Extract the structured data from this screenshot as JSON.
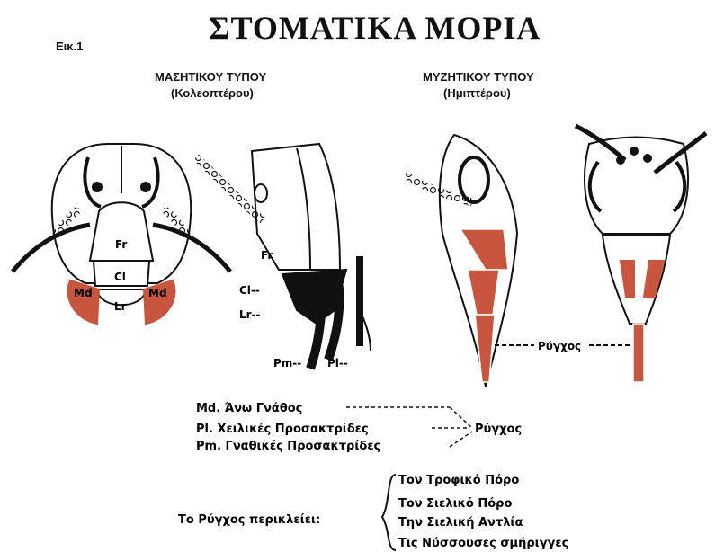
{
  "header": {
    "fig_label": "Εικ.1",
    "title": "ΣΤΟΜΑΤΙΚΑ ΜΟΡΙΑ"
  },
  "sections": {
    "chewing": {
      "title": "ΜΑΣΗΤΙΚΟΥ ΤΥΠΟΥ",
      "subtitle": "(Κολεοπτέρου)"
    },
    "sucking": {
      "title": "ΜΥΖΗΤΙΚΟΥ ΤΥΠΟΥ",
      "subtitle": "(Ημιπτέρου)"
    }
  },
  "labels": {
    "fr_front": "Fr",
    "cl_front": "Cl",
    "lr_front": "Lr",
    "md_left": "Md",
    "md_right": "Md",
    "fr_side": "Fr",
    "cl_side": "Cl--",
    "lr_side": "Lr--",
    "pm_side": "Pm--",
    "pl_side": "Pl--",
    "rygchos": "Ρύγχος"
  },
  "legend": {
    "md": "Md. Άνω Γνάθος",
    "pl": "Pl. Χειλικές Προσακτρίδες",
    "pm": "Pm. Γναθικές Προσακτρίδες",
    "result": "Ρύγχος"
  },
  "enclosure": {
    "intro": "Το Ρύγχος περικλείει:",
    "items": [
      "Τον Τροφικό Πόρο",
      "Τον Σιελικό Πόρο",
      "Την Σιελική Αντλία",
      "Τις Νύσσουσες σμήριγγες"
    ]
  },
  "colors": {
    "brick": "#c8553d",
    "ink": "#111111"
  }
}
